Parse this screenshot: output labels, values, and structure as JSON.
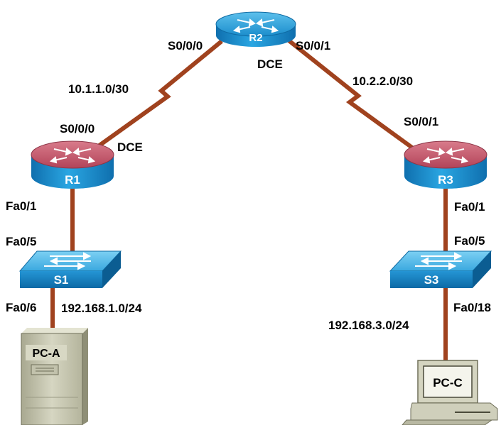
{
  "devices": {
    "r1": {
      "name": "R1"
    },
    "r2": {
      "name": "R2"
    },
    "r3": {
      "name": "R3"
    },
    "s1": {
      "name": "S1"
    },
    "s3": {
      "name": "S3"
    },
    "pca": {
      "name": "PC-A"
    },
    "pcc": {
      "name": "PC-C"
    }
  },
  "networks": {
    "r1_r2": "10.1.1.0/30",
    "r2_r3": "10.2.2.0/30",
    "lan_a": "192.168.1.0/24",
    "lan_c": "192.168.3.0/24"
  },
  "interfaces": {
    "r2_s000": "S0/0/0",
    "r2_s001": "S0/0/1",
    "r2_dce": "DCE",
    "r1_s000": "S0/0/0",
    "r1_dce": "DCE",
    "r3_s001": "S0/0/1",
    "r1_fa01": "Fa0/1",
    "s1_fa05": "Fa0/5",
    "s1_fa06": "Fa0/6",
    "r3_fa01": "Fa0/1",
    "s3_fa05": "Fa0/5",
    "s3_fa018": "Fa0/18"
  },
  "colors": {
    "link": "#a0421e",
    "router_r2_top": "#1e9fd8",
    "router_r1_r3_top": "#c65a6e",
    "router_body": "#1d8fce",
    "switch": "#2a9ad6",
    "pc_case": "#c8c8b4"
  }
}
